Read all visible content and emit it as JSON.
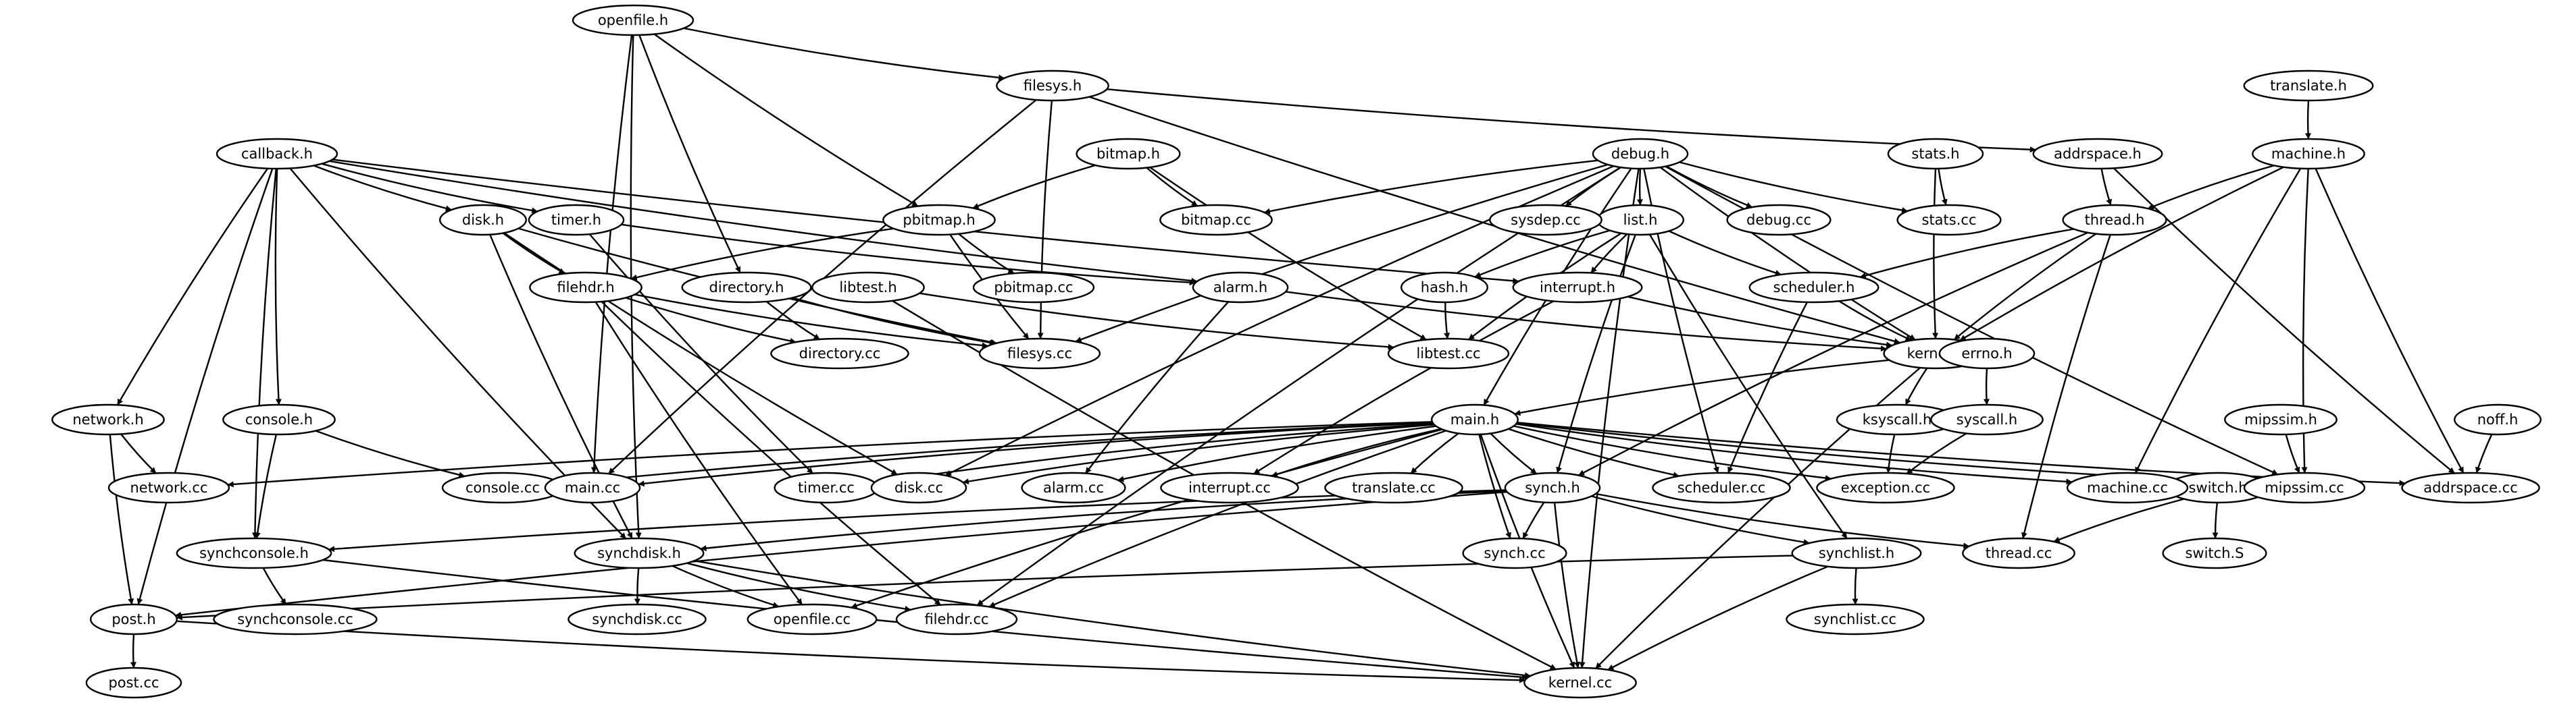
{
  "graph": {
    "nodes": [
      "openfile.h",
      "filesys.h",
      "translate.h",
      "callback.h",
      "bitmap.h",
      "debug.h",
      "stats.h",
      "addrspace.h",
      "machine.h",
      "disk.h",
      "timer.h",
      "pbitmap.h",
      "list.h",
      "thread.h",
      "filehdr.h",
      "directory.h",
      "libtest.h",
      "alarm.h",
      "hash.h",
      "interrupt.h",
      "scheduler.h",
      "kernel.h",
      "errno.h",
      "network.h",
      "console.h",
      "main.h",
      "ksyscall.h",
      "syscall.h",
      "mipssim.h",
      "noff.h",
      "synch.h",
      "switch.h",
      "synchconsole.h",
      "synchdisk.h",
      "synchlist.h",
      "post.h",
      "bitmap.cc",
      "sysdep.cc",
      "debug.cc",
      "stats.cc",
      "pbitmap.cc",
      "filesys.cc",
      "directory.cc",
      "libtest.cc",
      "network.cc",
      "console.cc",
      "main.cc",
      "timer.cc",
      "disk.cc",
      "alarm.cc",
      "interrupt.cc",
      "translate.cc",
      "scheduler.cc",
      "exception.cc",
      "machine.cc",
      "mipssim.cc",
      "addrspace.cc",
      "synch.cc",
      "thread.cc",
      "switch.S",
      "synchconsole.cc",
      "synchdisk.cc",
      "openfile.cc",
      "filehdr.cc",
      "synchlist.cc",
      "post.cc",
      "kernel.cc"
    ],
    "edges": [
      [
        "openfile.h",
        "filesys.h"
      ],
      [
        "openfile.h",
        "pbitmap.h"
      ],
      [
        "openfile.h",
        "directory.h"
      ],
      [
        "openfile.h",
        "main.cc"
      ],
      [
        "openfile.h",
        "synchdisk.h"
      ],
      [
        "filesys.h",
        "addrspace.h"
      ],
      [
        "filesys.h",
        "kernel.h"
      ],
      [
        "filesys.h",
        "filesys.cc"
      ],
      [
        "filesys.h",
        "main.cc"
      ],
      [
        "translate.h",
        "machine.h"
      ],
      [
        "callback.h",
        "disk.h"
      ],
      [
        "callback.h",
        "timer.h"
      ],
      [
        "callback.h",
        "alarm.h"
      ],
      [
        "callback.h",
        "interrupt.h"
      ],
      [
        "callback.h",
        "network.h"
      ],
      [
        "callback.h",
        "console.h"
      ],
      [
        "callback.h",
        "synchconsole.h"
      ],
      [
        "callback.h",
        "synchdisk.h"
      ],
      [
        "callback.h",
        "post.h"
      ],
      [
        "bitmap.h",
        "pbitmap.h"
      ],
      [
        "bitmap.h",
        "bitmap.cc"
      ],
      [
        "bitmap.h",
        "libtest.cc"
      ],
      [
        "debug.h",
        "bitmap.cc"
      ],
      [
        "debug.h",
        "sysdep.cc"
      ],
      [
        "debug.h",
        "list.h"
      ],
      [
        "debug.h",
        "debug.cc"
      ],
      [
        "debug.h",
        "stats.cc"
      ],
      [
        "debug.h",
        "filesys.cc"
      ],
      [
        "debug.h",
        "kernel.h"
      ],
      [
        "debug.h",
        "main.h"
      ],
      [
        "debug.h",
        "scheduler.cc"
      ],
      [
        "debug.h",
        "disk.cc"
      ],
      [
        "debug.h",
        "filehdr.cc"
      ],
      [
        "debug.h",
        "mipssim.cc"
      ],
      [
        "debug.h",
        "kernel.cc"
      ],
      [
        "stats.h",
        "stats.cc"
      ],
      [
        "stats.h",
        "kernel.h"
      ],
      [
        "addrspace.h",
        "thread.h"
      ],
      [
        "addrspace.h",
        "addrspace.cc"
      ],
      [
        "machine.h",
        "thread.h"
      ],
      [
        "machine.h",
        "kernel.h"
      ],
      [
        "machine.h",
        "machine.cc"
      ],
      [
        "machine.h",
        "mipssim.cc"
      ],
      [
        "machine.h",
        "addrspace.cc"
      ],
      [
        "disk.h",
        "filehdr.h"
      ],
      [
        "disk.h",
        "filesys.cc"
      ],
      [
        "disk.h",
        "disk.cc"
      ],
      [
        "disk.h",
        "synchdisk.h"
      ],
      [
        "timer.h",
        "alarm.h"
      ],
      [
        "timer.h",
        "timer.cc"
      ],
      [
        "pbitmap.h",
        "filehdr.h"
      ],
      [
        "pbitmap.h",
        "pbitmap.cc"
      ],
      [
        "pbitmap.h",
        "filesys.cc"
      ],
      [
        "list.h",
        "hash.h"
      ],
      [
        "list.h",
        "interrupt.h"
      ],
      [
        "list.h",
        "scheduler.h"
      ],
      [
        "list.h",
        "libtest.cc"
      ],
      [
        "list.h",
        "synch.h"
      ],
      [
        "list.h",
        "synchlist.h"
      ],
      [
        "thread.h",
        "scheduler.h"
      ],
      [
        "thread.h",
        "kernel.h"
      ],
      [
        "thread.h",
        "synch.h"
      ],
      [
        "thread.h",
        "thread.cc"
      ],
      [
        "filehdr.h",
        "directory.cc"
      ],
      [
        "filehdr.h",
        "filesys.cc"
      ],
      [
        "filehdr.h",
        "openfile.cc"
      ],
      [
        "filehdr.h",
        "filehdr.cc"
      ],
      [
        "directory.h",
        "directory.cc"
      ],
      [
        "directory.h",
        "filesys.cc"
      ],
      [
        "libtest.h",
        "libtest.cc"
      ],
      [
        "libtest.h",
        "kernel.cc"
      ],
      [
        "alarm.h",
        "kernel.h"
      ],
      [
        "alarm.h",
        "alarm.cc"
      ],
      [
        "hash.h",
        "libtest.cc"
      ],
      [
        "interrupt.h",
        "kernel.h"
      ],
      [
        "interrupt.h",
        "interrupt.cc"
      ],
      [
        "scheduler.h",
        "kernel.h"
      ],
      [
        "scheduler.h",
        "scheduler.cc"
      ],
      [
        "kernel.h",
        "main.h"
      ],
      [
        "kernel.h",
        "ksyscall.h"
      ],
      [
        "kernel.h",
        "kernel.cc"
      ],
      [
        "errno.h",
        "syscall.h"
      ],
      [
        "network.h",
        "network.cc"
      ],
      [
        "network.h",
        "post.h"
      ],
      [
        "console.h",
        "console.cc"
      ],
      [
        "console.h",
        "synchconsole.h"
      ],
      [
        "main.h",
        "network.cc"
      ],
      [
        "main.h",
        "console.cc"
      ],
      [
        "main.h",
        "main.cc"
      ],
      [
        "main.h",
        "timer.cc"
      ],
      [
        "main.h",
        "disk.cc"
      ],
      [
        "main.h",
        "alarm.cc"
      ],
      [
        "main.h",
        "interrupt.cc"
      ],
      [
        "main.h",
        "translate.cc"
      ],
      [
        "main.h",
        "synch.h"
      ],
      [
        "main.h",
        "scheduler.cc"
      ],
      [
        "main.h",
        "exception.cc"
      ],
      [
        "main.h",
        "machine.cc"
      ],
      [
        "main.h",
        "mipssim.cc"
      ],
      [
        "main.h",
        "addrspace.cc"
      ],
      [
        "main.h",
        "synch.cc"
      ],
      [
        "main.h",
        "openfile.cc"
      ],
      [
        "main.h",
        "filehdr.cc"
      ],
      [
        "main.h",
        "kernel.cc"
      ],
      [
        "ksyscall.h",
        "exception.cc"
      ],
      [
        "syscall.h",
        "exception.cc"
      ],
      [
        "mipssim.h",
        "mipssim.cc"
      ],
      [
        "noff.h",
        "addrspace.cc"
      ],
      [
        "synch.h",
        "synchconsole.h"
      ],
      [
        "synch.h",
        "synchdisk.h"
      ],
      [
        "synch.h",
        "synchlist.h"
      ],
      [
        "synch.h",
        "synch.cc"
      ],
      [
        "synch.h",
        "thread.cc"
      ],
      [
        "synch.h",
        "post.h"
      ],
      [
        "synch.h",
        "kernel.cc"
      ],
      [
        "switch.h",
        "thread.cc"
      ],
      [
        "switch.h",
        "switch.S"
      ],
      [
        "synchconsole.h",
        "synchconsole.cc"
      ],
      [
        "synchconsole.h",
        "kernel.cc"
      ],
      [
        "synchdisk.h",
        "synchdisk.cc"
      ],
      [
        "synchdisk.h",
        "openfile.cc"
      ],
      [
        "synchdisk.h",
        "filehdr.cc"
      ],
      [
        "synchdisk.h",
        "kernel.cc"
      ],
      [
        "synchlist.h",
        "synchlist.cc"
      ],
      [
        "synchlist.h",
        "post.h"
      ],
      [
        "synchlist.h",
        "kernel.cc"
      ],
      [
        "post.h",
        "post.cc"
      ],
      [
        "post.h",
        "kernel.cc"
      ]
    ]
  }
}
